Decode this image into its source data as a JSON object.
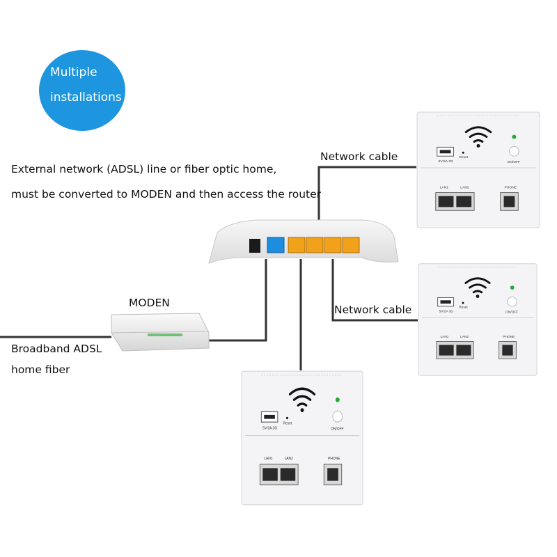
{
  "badge": {
    "line1": "Multiple",
    "line2": "installations",
    "color": "#1e96df"
  },
  "note": {
    "line1": "External network (ADSL) line or fiber optic home,",
    "line2": "must be converted to MODEN and then access the router"
  },
  "labels": {
    "network_cable_top": "Network cable",
    "network_cable_mid": "Network cable",
    "moden": "MODEN",
    "broadband_line1": "Broadband ADSL",
    "broadband_line2": "home fiber"
  },
  "panel_labels": {
    "usb_rating": "5V/2A  3G",
    "reset": "Reset",
    "onoff": "ON/OFF",
    "lan1": "LAN1",
    "lan2": "LAN2",
    "phone": "PHONE"
  },
  "colors": {
    "lan_port": "#f2a21a",
    "wan_port": "#1d8de0",
    "cable": "#333333",
    "led": "#22aa33"
  }
}
